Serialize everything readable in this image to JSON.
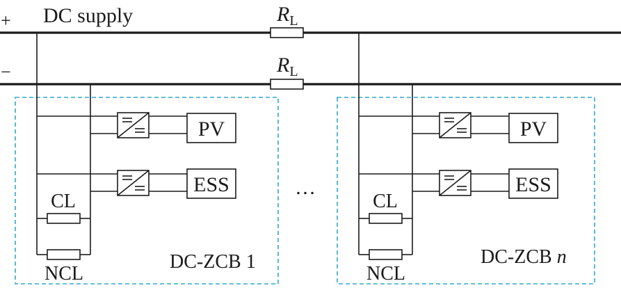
{
  "supply": {
    "title": "DC supply",
    "plus_sign": "+",
    "minus_sign": "−",
    "line_resistor_symbol": "R",
    "line_resistor_subscript": "L"
  },
  "zones": [
    {
      "label_prefix": "DC-ZCB ",
      "label_index": "1",
      "pv_label": "PV",
      "ess_label": "ESS",
      "cl_label": "CL",
      "ncl_label": "NCL"
    },
    {
      "label_prefix": "DC-ZCB ",
      "label_index": "n",
      "pv_label": "PV",
      "ess_label": "ESS",
      "cl_label": "CL",
      "ncl_label": "NCL"
    }
  ],
  "ellipsis": "…",
  "colors": {
    "wire": "#1a1a1a",
    "zone_border": "#2fa8d0"
  }
}
